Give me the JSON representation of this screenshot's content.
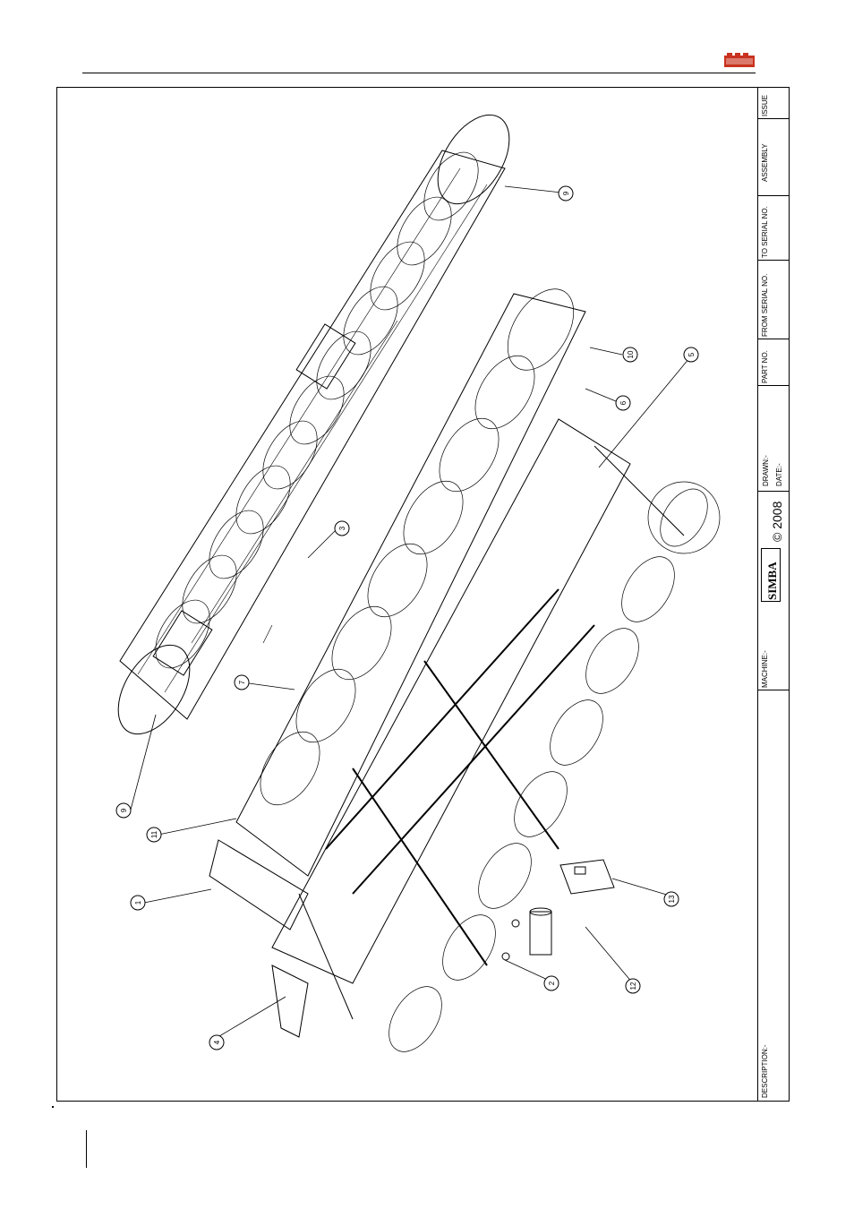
{
  "brand": {
    "name": "SIMBA",
    "accent": "#c8321e"
  },
  "title_block": {
    "issue": "ISSUE",
    "assembly": "ASSEMBLY",
    "to_serial": "TO SERIAL NO.",
    "from_serial": "FROM SERIAL NO.",
    "part_no": "PART NO.",
    "drawn": "DRAWN:-",
    "date": "DATE:-",
    "copyright": "© 2008",
    "logo_text": "SIMBA",
    "machine": "MACHINE:-",
    "description": "DESCRIPTION:-"
  },
  "callouts": [
    "1",
    "2",
    "3",
    "4",
    "5",
    "6",
    "7",
    "9",
    "9",
    "10",
    "11",
    "12",
    "13"
  ]
}
